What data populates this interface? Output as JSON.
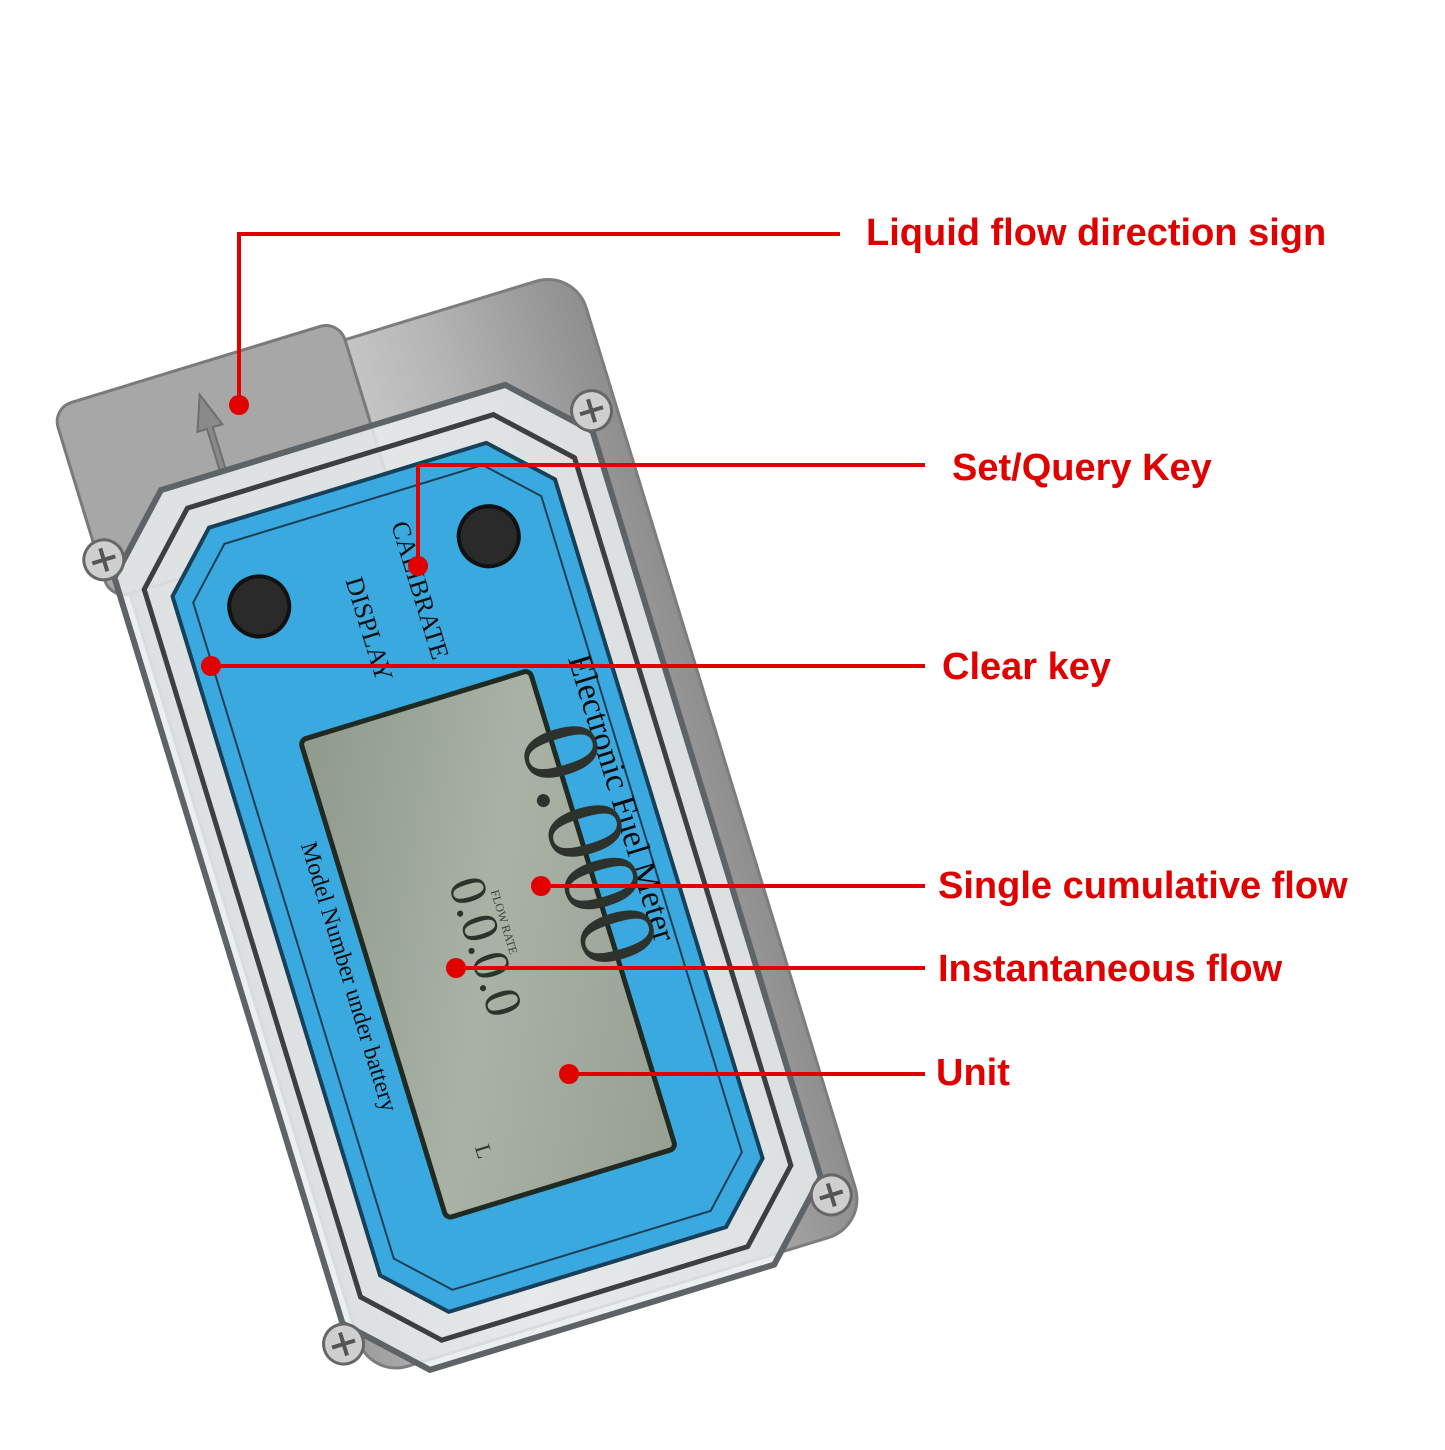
{
  "callouts": {
    "flow_direction": "Liquid flow direction sign",
    "set_query_key": "Set/Query Key",
    "clear_key": "Clear key",
    "single_cumulative": "Single cumulative flow",
    "instantaneous": "Instantaneous flow",
    "unit": "Unit"
  },
  "device": {
    "title": "Electronic Fuel Meter",
    "model_note": "Model Number under battery",
    "button_calibrate": "CALIBRATE",
    "button_display": "DISPLAY",
    "lcd_main_value": "0.000",
    "lcd_sub_value": "0.0.0.0",
    "lcd_sub_caption": "FLOW RATE",
    "lcd_unit": "L"
  },
  "colors": {
    "callout_red": "#e00000",
    "panel_blue": "#3aa9e0",
    "lcd_green": "#9fa99a",
    "metal": "#b9b9b9"
  }
}
